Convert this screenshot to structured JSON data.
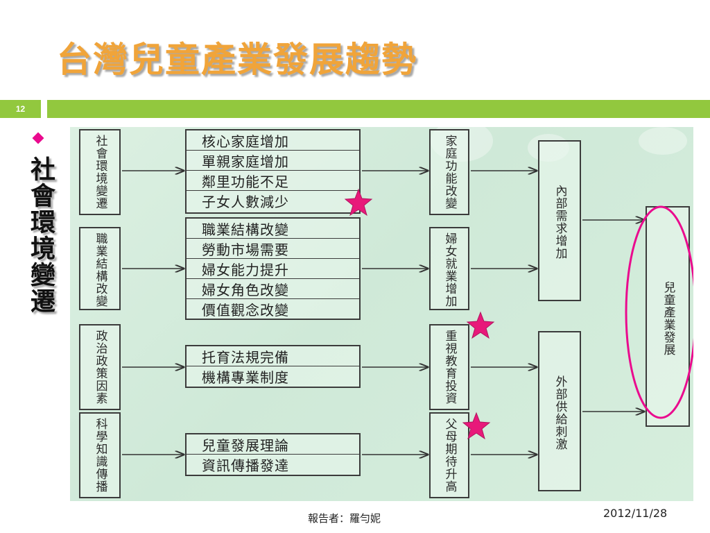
{
  "slide": {
    "title": "台灣兒童產業發展趨勢",
    "number": "12",
    "heading": "社會環境變遷",
    "reporter": "報告者：羅勻妮",
    "date": "2012/11/28"
  },
  "diagram": {
    "categories": [
      "社會環境變遷",
      "職業結構改變",
      "政治政策因素",
      "科學知識傳播"
    ],
    "details": {
      "social": [
        "核心家庭增加",
        "單親家庭增加",
        "鄰里功能不足",
        "子女人數減少"
      ],
      "occupation": [
        "職業結構改變",
        "勞動市場需要",
        "婦女能力提升",
        "婦女角色改變",
        "價值觀念改變"
      ],
      "policy": [
        "托育法規完備",
        "機構專業制度"
      ],
      "science": [
        "兒童發展理論",
        "資訊傳播發達"
      ]
    },
    "effects": [
      "家庭功能改變",
      "婦女就業增加",
      "重視教育投資",
      "父母期待升高"
    ],
    "drivers": [
      "內部需求增加",
      "外部供給刺激"
    ],
    "result": "兒童產業發展"
  },
  "colors": {
    "title": "#f0a43a",
    "accent_green": "#92c83e",
    "highlight_pink": "#ea0a8e",
    "star": "#e8197a"
  },
  "icons": [
    "diamond-bullet-icon",
    "star-icon"
  ]
}
